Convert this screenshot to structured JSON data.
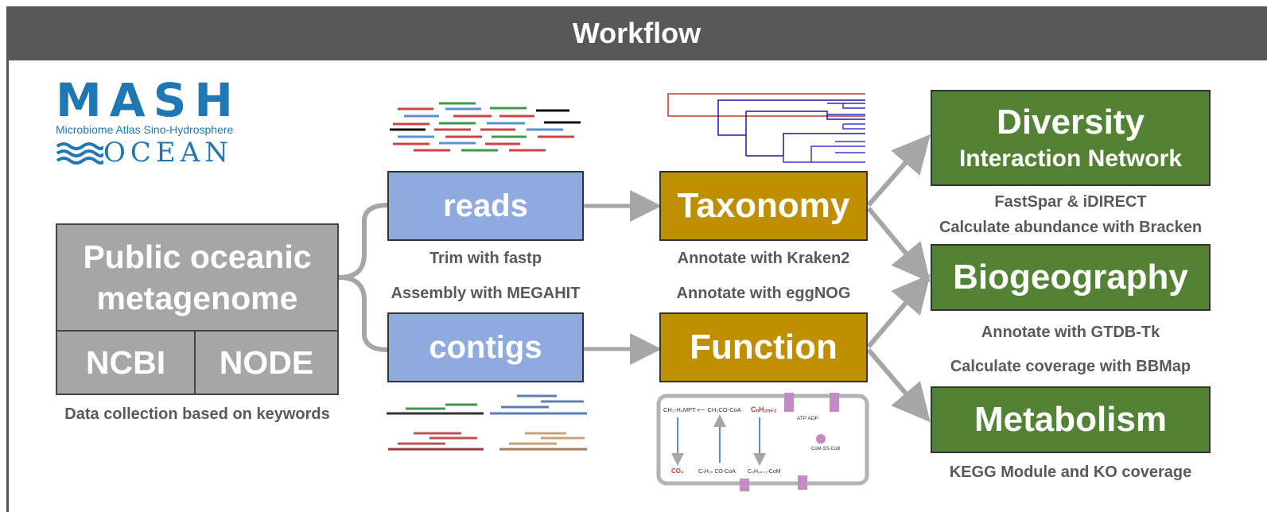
{
  "header": {
    "title": "Workflow"
  },
  "logo": {
    "line1": "MASH",
    "line2": "Microbiome Atlas Sino-Hydrosphere",
    "line3": "OCEAN"
  },
  "source": {
    "title_line1": "Public oceanic",
    "title_line2": "metagenome",
    "db1": "NCBI",
    "db2": "NODE",
    "caption": "Data collection based on keywords"
  },
  "reads": {
    "label": "reads",
    "caption": "Trim with fastp"
  },
  "contigs": {
    "label": "contigs",
    "caption": "Assembly with MEGAHIT"
  },
  "taxonomy": {
    "label": "Taxonomy",
    "caption": "Annotate with Kraken2"
  },
  "function": {
    "label": "Function",
    "caption": "Annotate with eggNOG"
  },
  "diversity": {
    "line1": "Diversity",
    "line2": "Interaction Network",
    "caption1": "FastSpar & iDIRECT",
    "caption2": "Calculate abundance with Bracken"
  },
  "biogeography": {
    "label": "Biogeography",
    "caption1": "Annotate with GTDB-Tk",
    "caption2": "Calculate coverage with BBMap"
  },
  "metabolism": {
    "label": "Metabolism",
    "caption": "KEGG Module and KO coverage"
  },
  "colors": {
    "header": "#595859",
    "gray": "#a6a6a6",
    "blue": "#8eaadf",
    "gold": "#bf8f00",
    "green": "#548235",
    "arrow": "#a6a6a6",
    "logo_blue": "#1f77b4"
  }
}
